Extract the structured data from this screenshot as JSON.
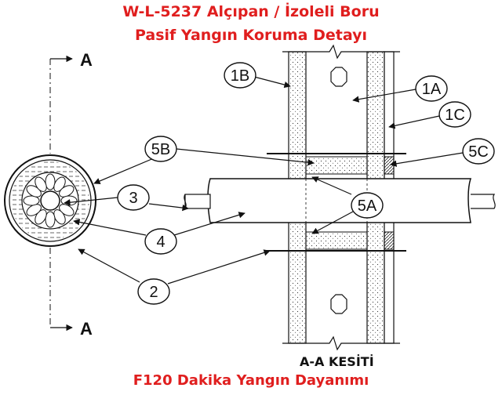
{
  "title_line1": "W-L-5237 Alçıpan / İzoleli Boru",
  "title_line2": "Pasif Yangın Koruma Detayı",
  "footer": "F120 Dakika Yangın Dayanımı",
  "section_label": "A-A KESİTİ",
  "section_marker": "A",
  "callouts": {
    "c1A": "1A",
    "c1B": "1B",
    "c1C": "1C",
    "c2": "2",
    "c3": "3",
    "c4": "4",
    "c5A": "5A",
    "c5B": "5B",
    "c5C": "5C"
  },
  "colors": {
    "title": "#e01e1e",
    "line": "#111111",
    "board_fill": "#ffffff",
    "pipe_fill": "#ffffff"
  }
}
